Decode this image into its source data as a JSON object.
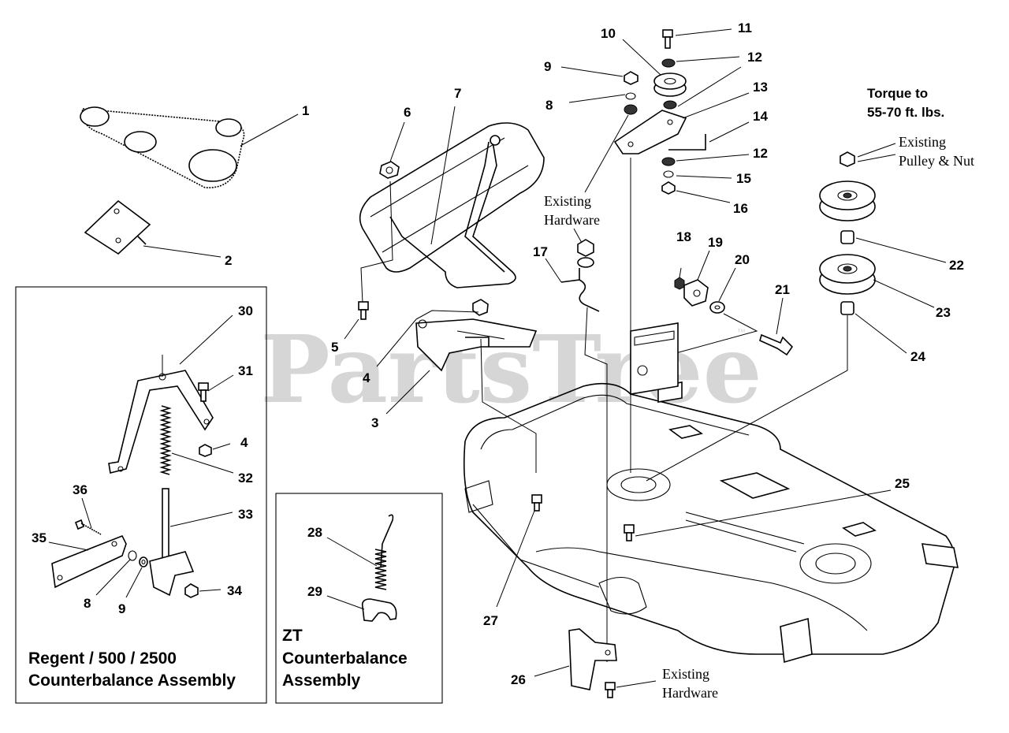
{
  "watermark": {
    "text": "PartsTree",
    "trademark": "™"
  },
  "callouts": {
    "c1": "1",
    "c2": "2",
    "c3": "3",
    "c4": "4",
    "c5": "5",
    "c6": "6",
    "c7": "7",
    "c8": "8",
    "c9": "9",
    "c10": "10",
    "c11": "11",
    "c12a": "12",
    "c12b": "12",
    "c13": "13",
    "c14": "14",
    "c15": "15",
    "c16": "16",
    "c17": "17",
    "c18": "18",
    "c19": "19",
    "c20": "20",
    "c21": "21",
    "c22": "22",
    "c23": "23",
    "c24": "24",
    "c25": "25",
    "c26": "26",
    "c27": "27",
    "c28": "28",
    "c29": "29",
    "c30": "30",
    "c31": "31",
    "c32": "32",
    "c33": "33",
    "c34": "34",
    "c35": "35",
    "c36": "36",
    "c4b": "4",
    "c8b": "8",
    "c9b": "9"
  },
  "notes": {
    "torque_line1": "Torque to",
    "torque_line2": "55-70 ft. lbs.",
    "existing_pulley_line1": "Existing",
    "existing_pulley_line2": "Pulley & Nut",
    "existing_hw_top_line1": "Existing",
    "existing_hw_top_line2": "Hardware",
    "existing_hw_bottom_line1": "Existing",
    "existing_hw_bottom_line2": "Hardware"
  },
  "boxes": {
    "regent": {
      "title_line1": "Regent / 500 / 2500",
      "title_line2": "Counterbalance Assembly"
    },
    "zt": {
      "title_line1": "ZT",
      "title_line2": "Counterbalance",
      "title_line3": "Assembly"
    }
  }
}
